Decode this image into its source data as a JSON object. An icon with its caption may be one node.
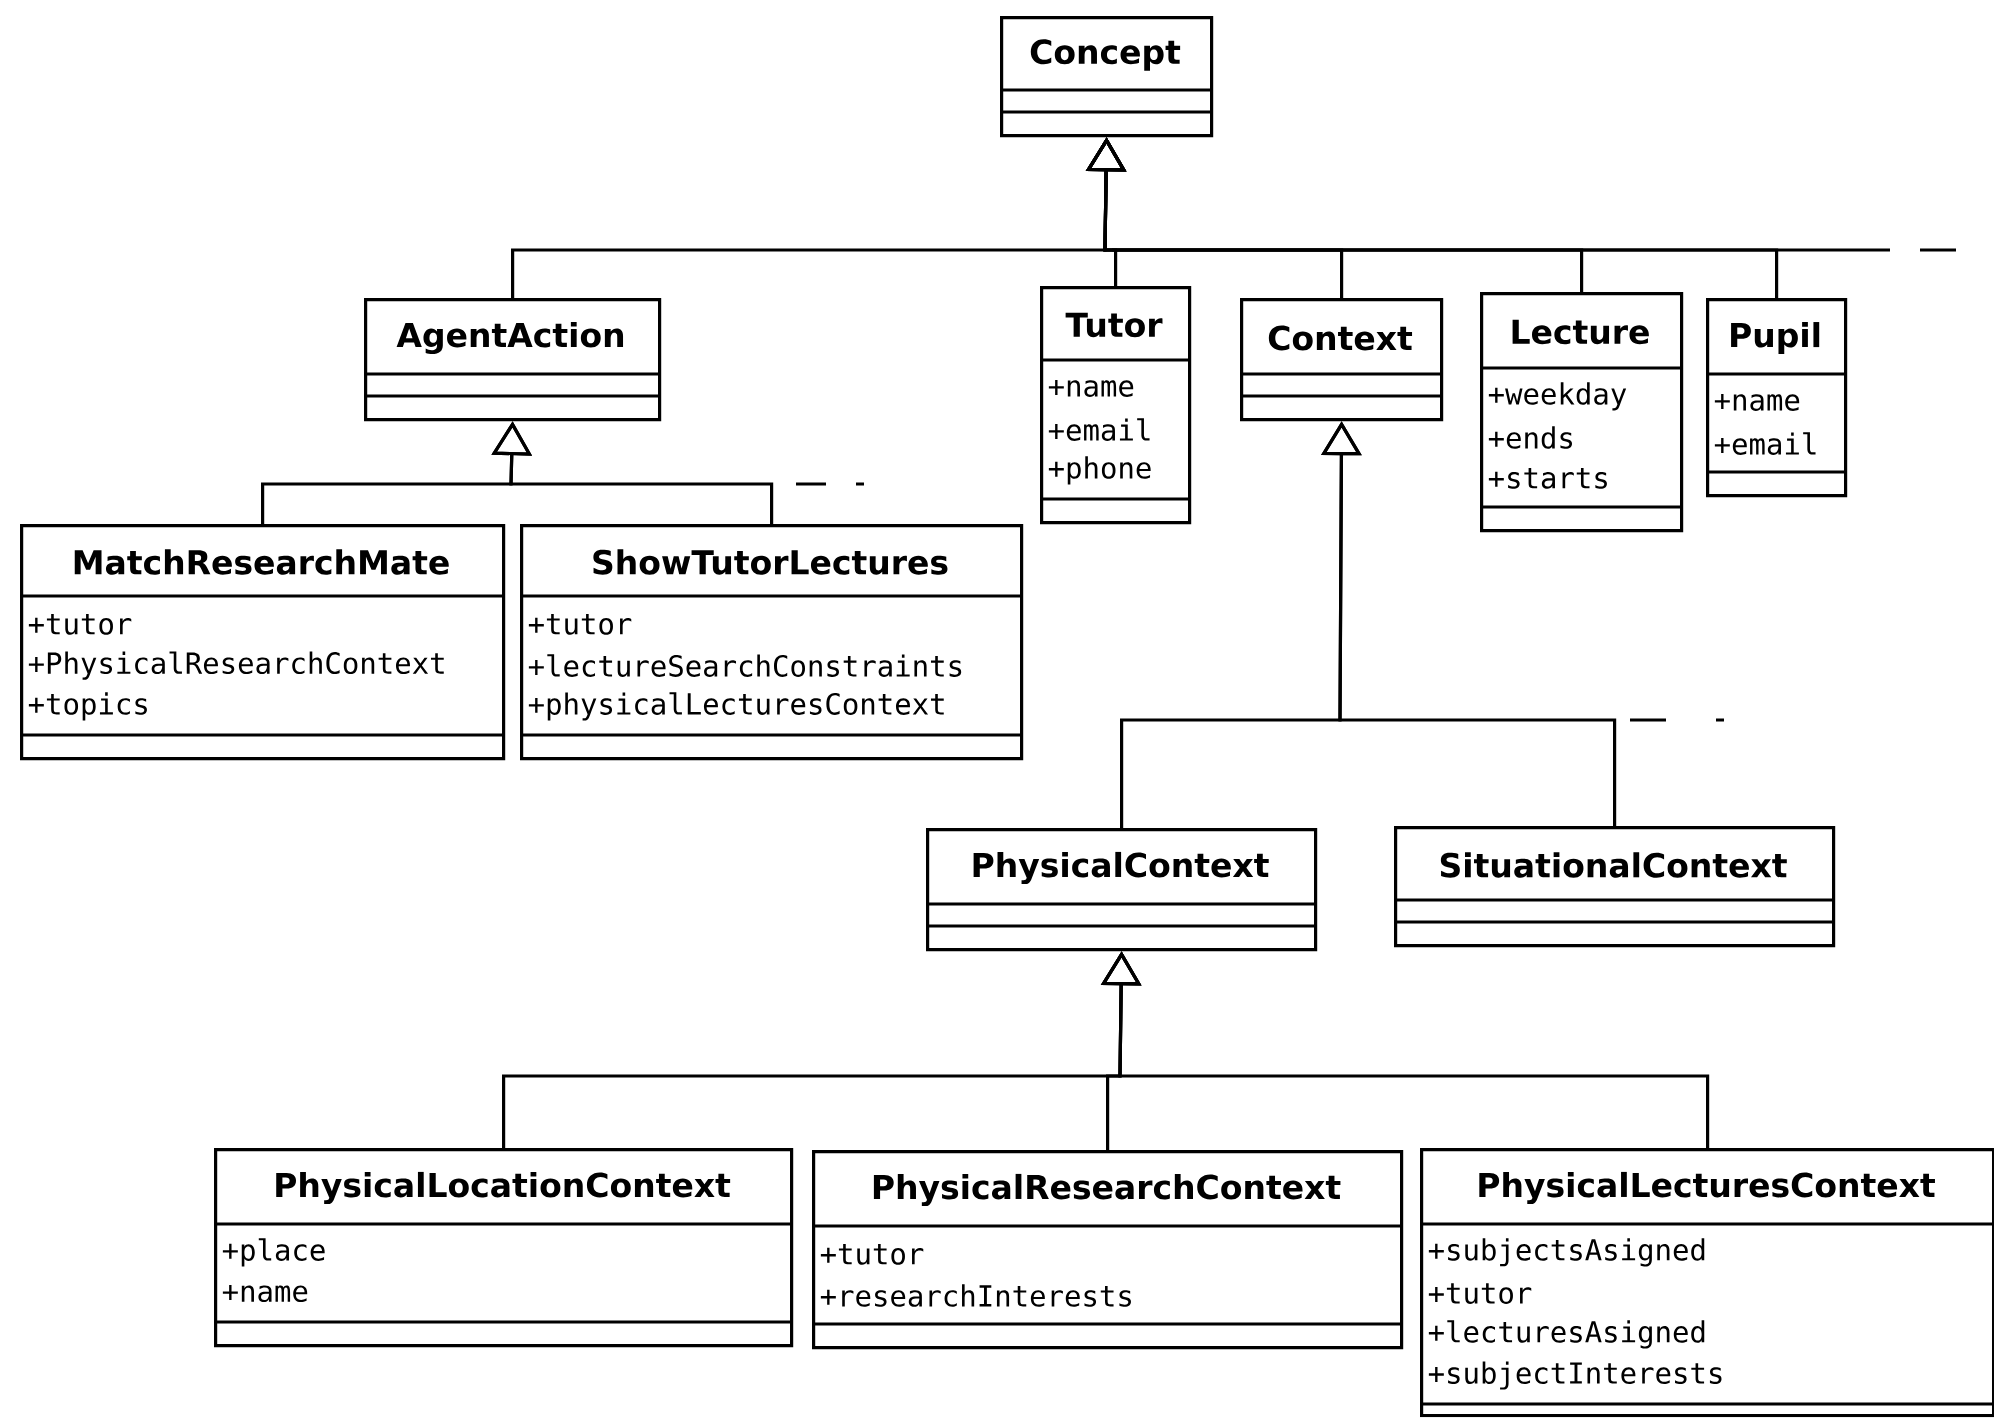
{
  "diagram": {
    "nodes": [
      {
        "text": [
          "Concept"
        ]
      },
      {
        "text": [
          "AgentAction"
        ]
      },
      {
        "text": [
          "Tutor",
          "+name",
          "+email",
          "+phone"
        ]
      },
      {
        "text": [
          "Context"
        ]
      },
      {
        "text": [
          "Lecture",
          "+weekday",
          "+ends",
          "+starts"
        ]
      },
      {
        "text": [
          "Pupil",
          "+name",
          "+email"
        ]
      },
      {
        "text": [
          "MatchResearchMate",
          "+tutor",
          "+PhysicalResearchContext",
          "+topics"
        ]
      },
      {
        "text": [
          "ShowTutorLectures",
          "+tutor",
          "+lectureSearchConstraints",
          "+physicalLecturesContext"
        ]
      },
      {
        "text": [
          "PhysicalContext"
        ]
      },
      {
        "text": [
          "SituationalContext"
        ]
      },
      {
        "text": [
          "PhysicalLocationContext",
          "+place",
          "+name"
        ]
      },
      {
        "text": [
          "PhysicalResearchContext",
          "+tutor",
          "+researchInterests"
        ]
      },
      {
        "text": [
          "PhysicalLecturesContext",
          "+subjectsAsigned",
          "+tutor",
          "+lecturesAsigned",
          "+subjectInterests"
        ]
      }
    ],
    "edges": [
      {
        "from": 1,
        "to": 0,
        "arrow": "to"
      },
      {
        "from": 2,
        "to": 0,
        "arrow": "to"
      },
      {
        "from": 3,
        "to": 0,
        "arrow": "to"
      },
      {
        "from": 4,
        "to": 0,
        "arrow": "to"
      },
      {
        "from": 5,
        "to": 0,
        "arrow": "to"
      },
      {
        "from": 6,
        "to": 1,
        "arrow": "to"
      },
      {
        "from": 7,
        "to": 1,
        "arrow": "to"
      },
      {
        "from": 8,
        "to": 3,
        "arrow": "to"
      },
      {
        "from": 9,
        "to": 3,
        "arrow": "to"
      },
      {
        "from": 10,
        "to": 8,
        "arrow": "to"
      },
      {
        "from": 11,
        "to": 8,
        "arrow": "to"
      },
      {
        "from": 12,
        "to": 8,
        "arrow": "to"
      }
    ]
  }
}
